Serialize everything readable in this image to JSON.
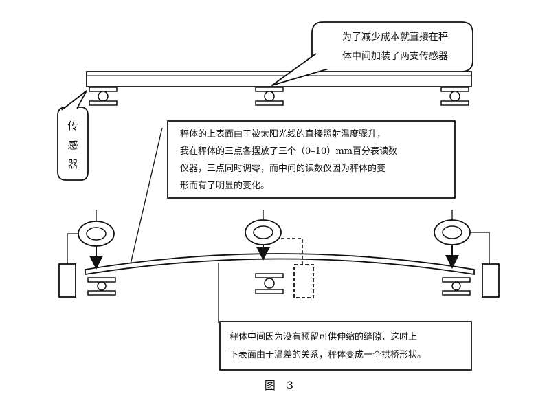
{
  "callouts": {
    "top_bubble": [
      "为了减少成本就直接在秤",
      "体中间加装了两支传感器"
    ],
    "sensor_label": [
      "传",
      "感",
      "器"
    ],
    "middle_box": [
      "秤体的上表面由于被太阳光线的直接照射温度骤升，",
      "我在秤体的三点各摆放了三个（0–10）mm百分表读数",
      "仪器，三点同时调零，而中间的读数仪因为秤体的变",
      "形而有了明显的变化。"
    ],
    "bottom_box": [
      "秤体中间因为没有预留可供伸缩的缝隙，这时上",
      "下表面由于温差的关系，秤体变成一个拱桥形状。"
    ]
  },
  "caption": "图　3"
}
